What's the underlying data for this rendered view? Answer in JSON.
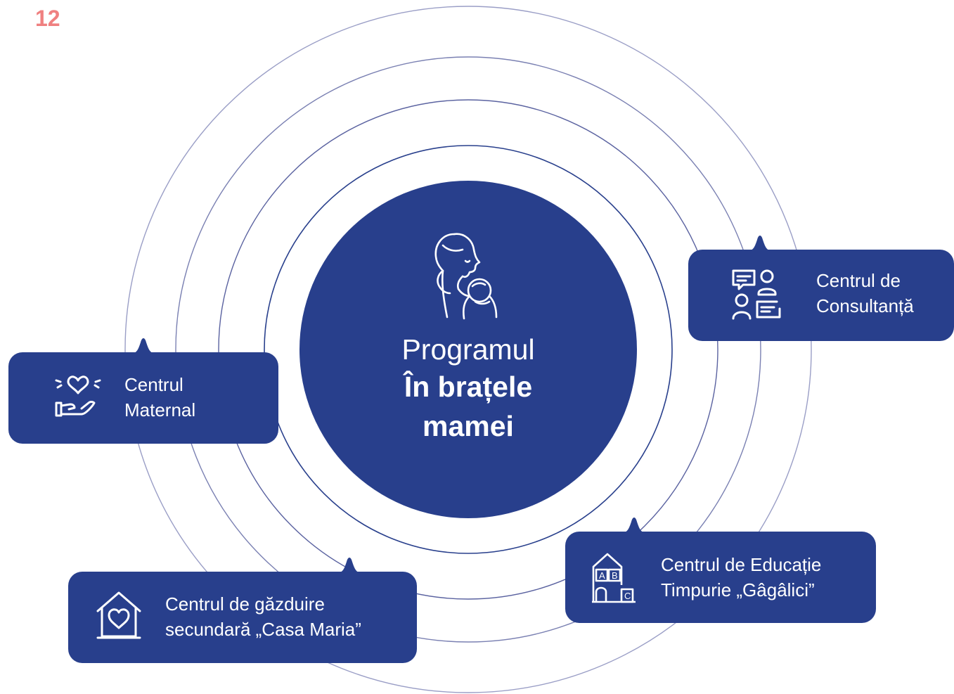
{
  "page_number": "12",
  "center": {
    "line1": "Programul",
    "line2": "În brațele",
    "line3": "mamei",
    "icon": "mother-baby-icon"
  },
  "centers": [
    {
      "line1": "Centrul",
      "line2": "Maternal",
      "icon": "heart-hand-icon"
    },
    {
      "line1": "Centrul de",
      "line2": "Consultanță",
      "icon": "consultation-people-icon"
    },
    {
      "line1": "Centrul de Educație",
      "line2": "Timpurie „Gâgâlici”",
      "icon": "abc-blocks-icon"
    },
    {
      "line1": "Centrul de găzduire",
      "line2": "secundară „Casa Maria”",
      "icon": "house-heart-icon"
    }
  ],
  "colors": {
    "primary": "#283f8c",
    "ring": "#8a90bb",
    "page_number": "#ef8080"
  }
}
